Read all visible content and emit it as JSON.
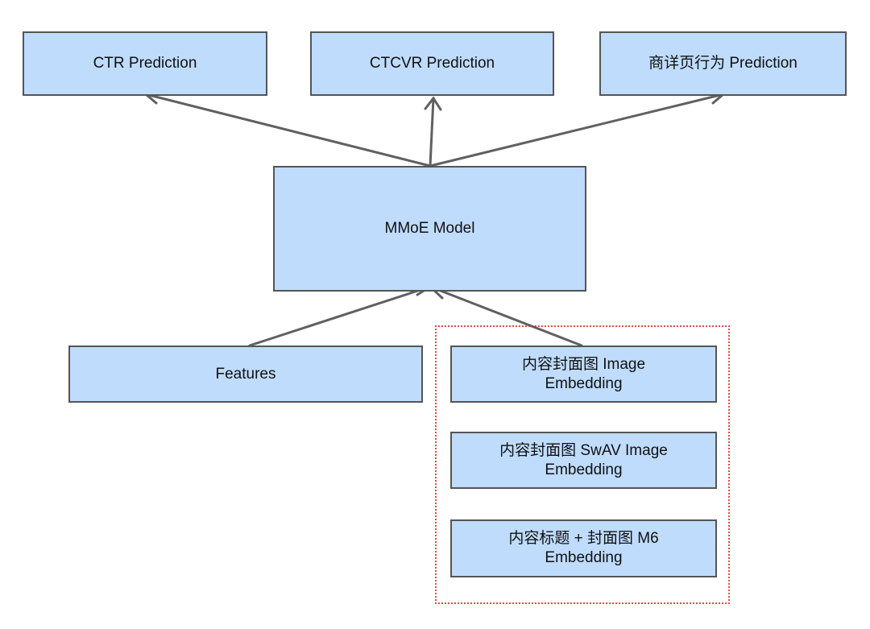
{
  "nodes": {
    "ctr": "CTR Prediction",
    "ctcvr": "CTCVR Prediction",
    "detail": "商详页行为 Prediction",
    "mmoe": "MMoE Model",
    "features": "Features",
    "image_embedding": "内容封面图 Image\nEmbedding",
    "swav_embedding": "内容封面图 SwAV Image\nEmbedding",
    "m6_embedding": "内容标题 + 封面图 M6\nEmbedding"
  },
  "colors": {
    "node_fill": "#bfdcfd",
    "node_border": "#555555",
    "edge": "#606060",
    "group_border": "#e24a4a"
  }
}
